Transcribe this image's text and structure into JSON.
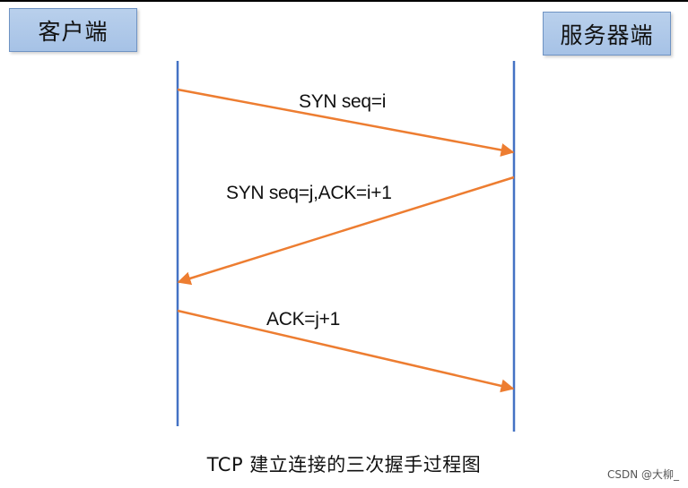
{
  "endpoints": {
    "client": "客户端",
    "server": "服务器端"
  },
  "messages": [
    {
      "label": "SYN seq=i",
      "from": "client",
      "to": "server"
    },
    {
      "label": "SYN seq=j,ACK=i+1",
      "from": "server",
      "to": "client"
    },
    {
      "label": "ACK=j+1",
      "from": "client",
      "to": "server"
    }
  ],
  "caption": "TCP 建立连接的三次握手过程图",
  "watermark": "CSDN @大柳_",
  "colors": {
    "lifeline": "#4472c4",
    "arrow": "#ed7d31",
    "box_fill": "#a9c4e7",
    "box_border": "#6f93c3"
  }
}
